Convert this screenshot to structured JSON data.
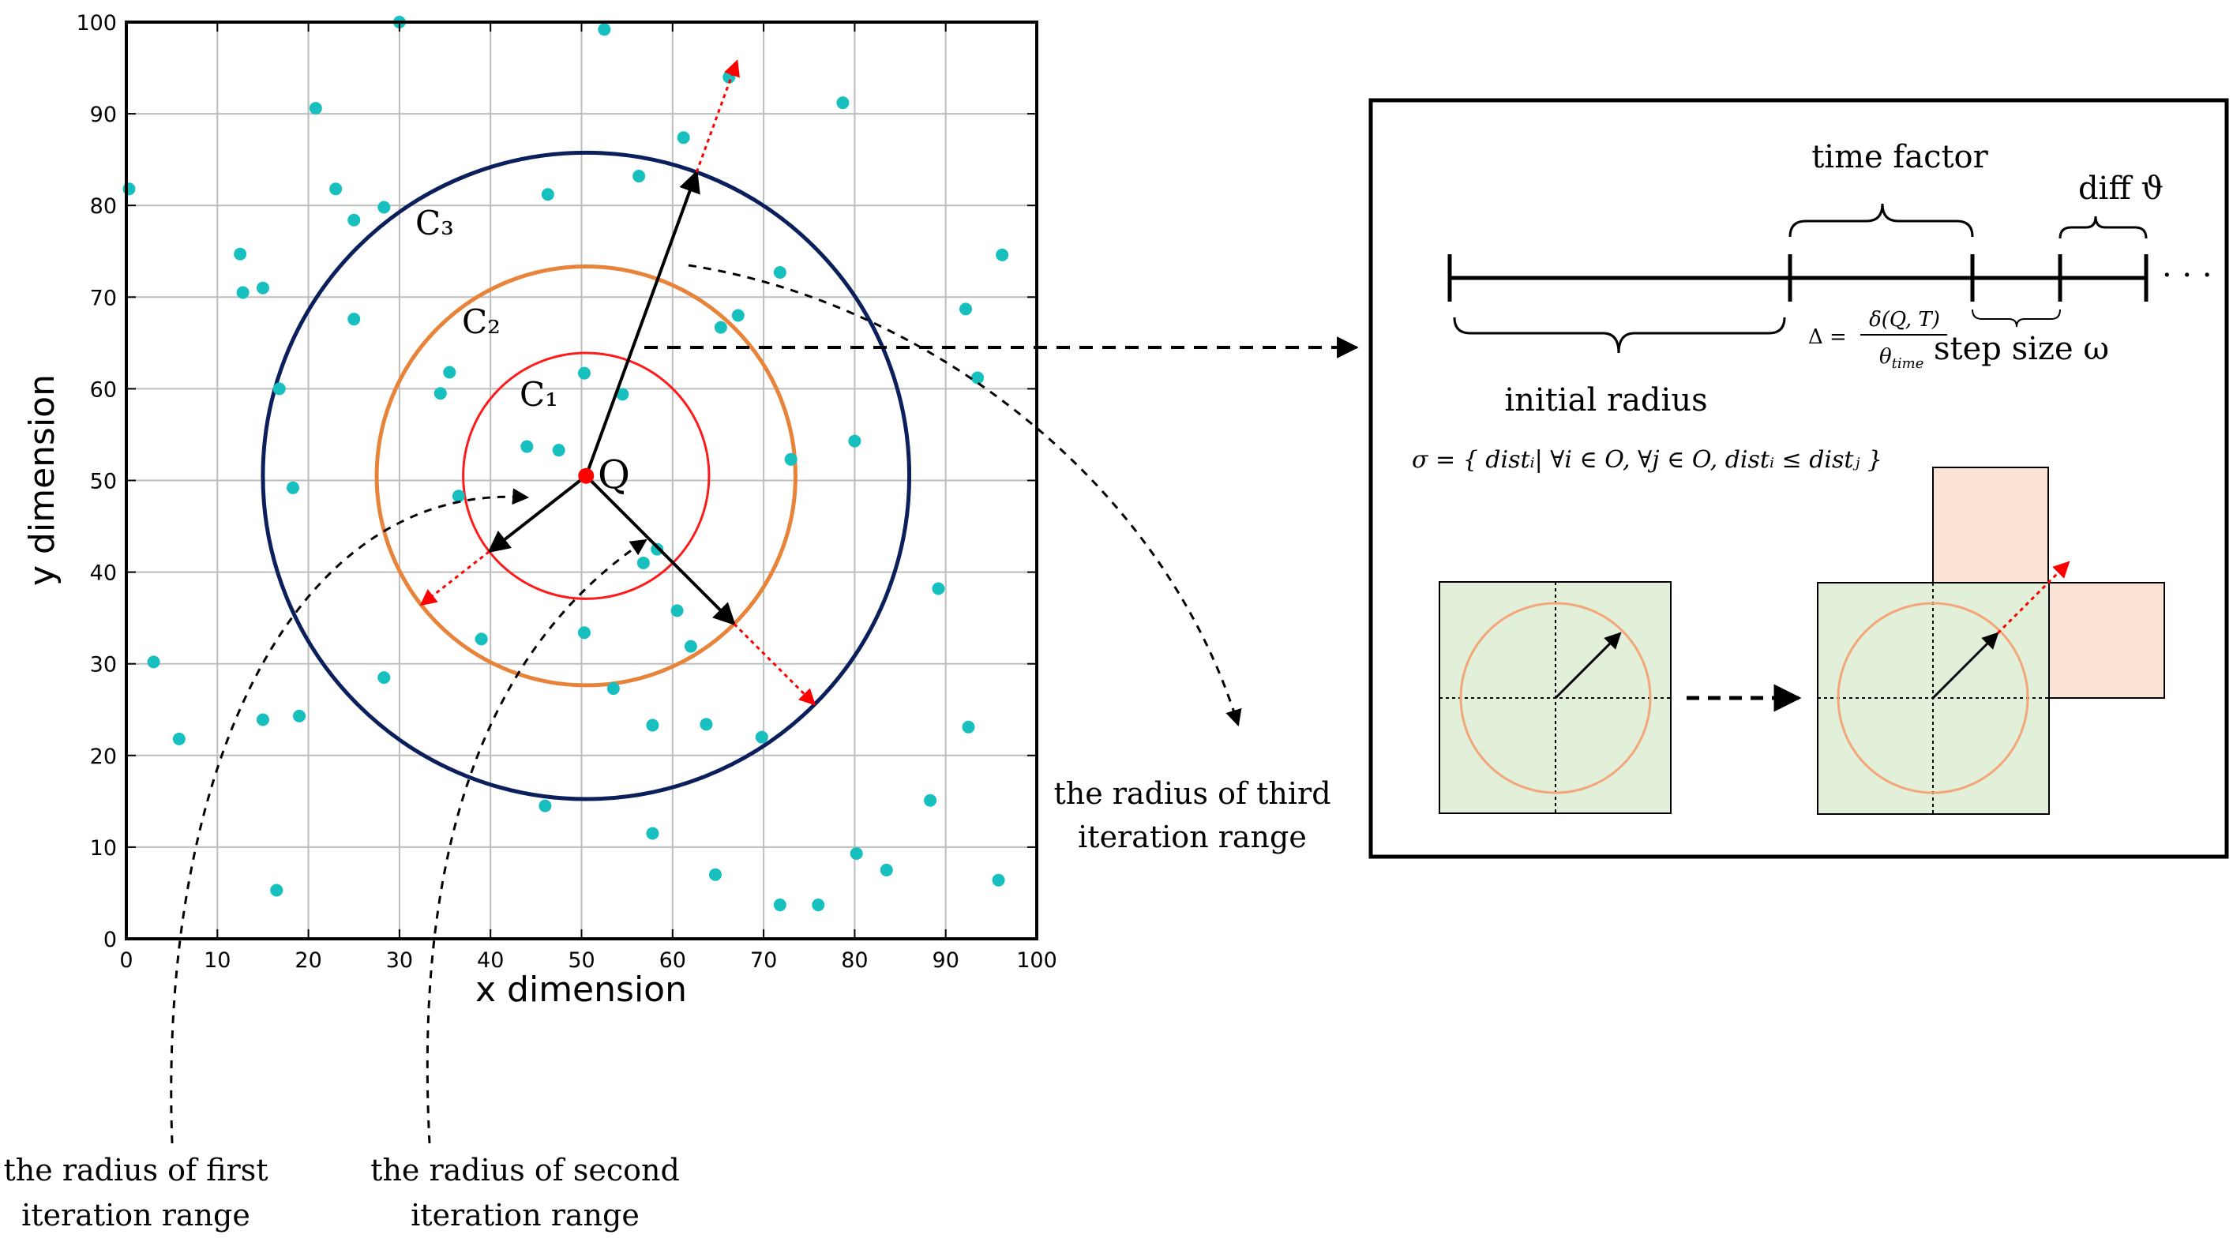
{
  "chart_data": {
    "type": "scatter",
    "xlabel": "x dimension",
    "ylabel": "y dimension",
    "xlim": [
      0,
      100
    ],
    "ylim": [
      0,
      100
    ],
    "grid": true,
    "x_ticks": [
      0,
      10,
      20,
      30,
      40,
      50,
      60,
      70,
      80,
      90,
      100
    ],
    "y_ticks": [
      0,
      10,
      20,
      30,
      40,
      50,
      60,
      70,
      80,
      90,
      100
    ],
    "point_color": "#17bfbf",
    "points": [
      [
        0.3,
        81.8
      ],
      [
        3,
        30.2
      ],
      [
        5.8,
        21.8
      ],
      [
        12.5,
        74.7
      ],
      [
        12.8,
        70.5
      ],
      [
        15,
        71
      ],
      [
        15,
        23.9
      ],
      [
        16.5,
        5.3
      ],
      [
        16.8,
        60
      ],
      [
        18.3,
        49.2
      ],
      [
        19,
        24.3
      ],
      [
        20.8,
        90.6
      ],
      [
        23,
        81.8
      ],
      [
        25,
        78.4
      ],
      [
        25,
        67.6
      ],
      [
        28.3,
        79.8
      ],
      [
        28.3,
        28.5
      ],
      [
        34.5,
        59.5
      ],
      [
        35.5,
        61.8
      ],
      [
        36.5,
        48.3
      ],
      [
        39,
        32.7
      ],
      [
        44,
        53.7
      ],
      [
        46,
        14.5
      ],
      [
        46.3,
        81.2
      ],
      [
        47.5,
        53.3
      ],
      [
        50.3,
        61.7
      ],
      [
        50.3,
        33.4
      ],
      [
        52.5,
        99.2
      ],
      [
        53.5,
        27.3
      ],
      [
        54.5,
        59.4
      ],
      [
        56.3,
        83.2
      ],
      [
        56.8,
        41
      ],
      [
        57.8,
        23.3
      ],
      [
        57.8,
        11.5
      ],
      [
        58.3,
        42.5
      ],
      [
        60.5,
        35.8
      ],
      [
        61.2,
        87.4
      ],
      [
        62,
        31.9
      ],
      [
        63.7,
        23.4
      ],
      [
        64.7,
        7
      ],
      [
        65.3,
        66.7
      ],
      [
        66.2,
        94
      ],
      [
        67.2,
        68
      ],
      [
        69.8,
        22
      ],
      [
        71.8,
        72.7
      ],
      [
        71.8,
        3.7
      ],
      [
        73,
        52.3
      ],
      [
        76,
        3.7
      ],
      [
        78.7,
        91.2
      ],
      [
        80,
        54.3
      ],
      [
        80.2,
        9.3
      ],
      [
        83.5,
        7.5
      ],
      [
        88.3,
        15.1
      ],
      [
        89.2,
        38.2
      ],
      [
        92.2,
        68.7
      ],
      [
        92.5,
        23.1
      ],
      [
        93.5,
        61.2
      ],
      [
        95.8,
        6.4
      ],
      [
        96.2,
        74.6
      ],
      [
        30,
        100
      ]
    ],
    "query_point": {
      "label": "Q",
      "x": 50.5,
      "y": 50.5,
      "color": "#ff0000"
    },
    "circles": [
      {
        "label": "C₁",
        "radius": 13.5,
        "color": "#ff1a1a"
      },
      {
        "label": "C₂",
        "radius": 23,
        "color": "#e8833a"
      },
      {
        "label": "C₃",
        "radius": 35.5,
        "color": "#0a1f5c"
      }
    ]
  },
  "callouts": {
    "first": [
      "the radius of first",
      "iteration range"
    ],
    "second": [
      "the radius of second",
      "iteration range"
    ],
    "third": [
      "the radius of third",
      "iteration range"
    ]
  },
  "panel": {
    "time_factor": "time factor",
    "diff": "diff ϑ",
    "initial_radius": "initial radius",
    "step_size": "step size ω",
    "ellipsis": "· · ·",
    "delta_lhs": "Δ =",
    "delta_num": "δ(Q, T)",
    "delta_den": "θ",
    "delta_den_sub": "time",
    "sigma_formula": "σ = { distᵢ| ∀i ∈ O, ∀j ∈ O, distᵢ ≤ distⱼ }",
    "grid_color": "#e2efd9",
    "cell_color": "#fbe4d5"
  }
}
